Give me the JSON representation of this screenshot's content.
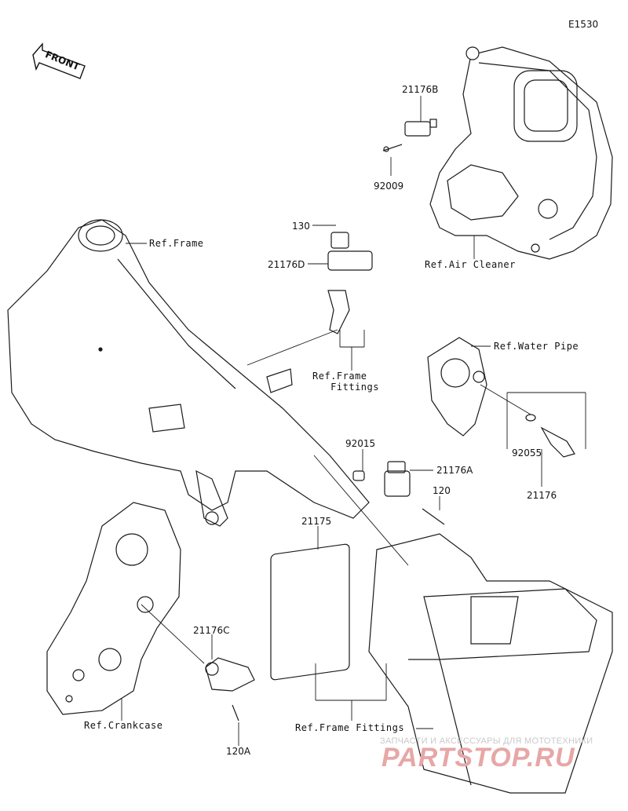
{
  "diagram_code": "E1530",
  "front_label": "FRONT",
  "labels": {
    "p21176B": "21176B",
    "p92009": "92009",
    "p130": "130",
    "p21176D": "21176D",
    "ref_frame": "Ref.Frame",
    "ref_air_cleaner": "Ref.Air Cleaner",
    "ref_water_pipe": "Ref.Water Pipe",
    "ref_frame_fittings_1": "Ref.Frame\n   Fittings",
    "p92015": "92015",
    "p21176A": "21176A",
    "p120": "120",
    "p92055": "92055",
    "p21176": "21176",
    "p21175": "21175",
    "p21176C": "21176C",
    "ref_crankcase": "Ref.Crankcase",
    "p120A": "120A",
    "ref_frame_fittings_2": "Ref.Frame Fittings"
  },
  "watermark": {
    "top": "ЗАПЧАСТИ И АКСЕССУАРЫ ДЛЯ МОТОТЕХНИКИ",
    "logo": "PARTSTOP.RU"
  }
}
